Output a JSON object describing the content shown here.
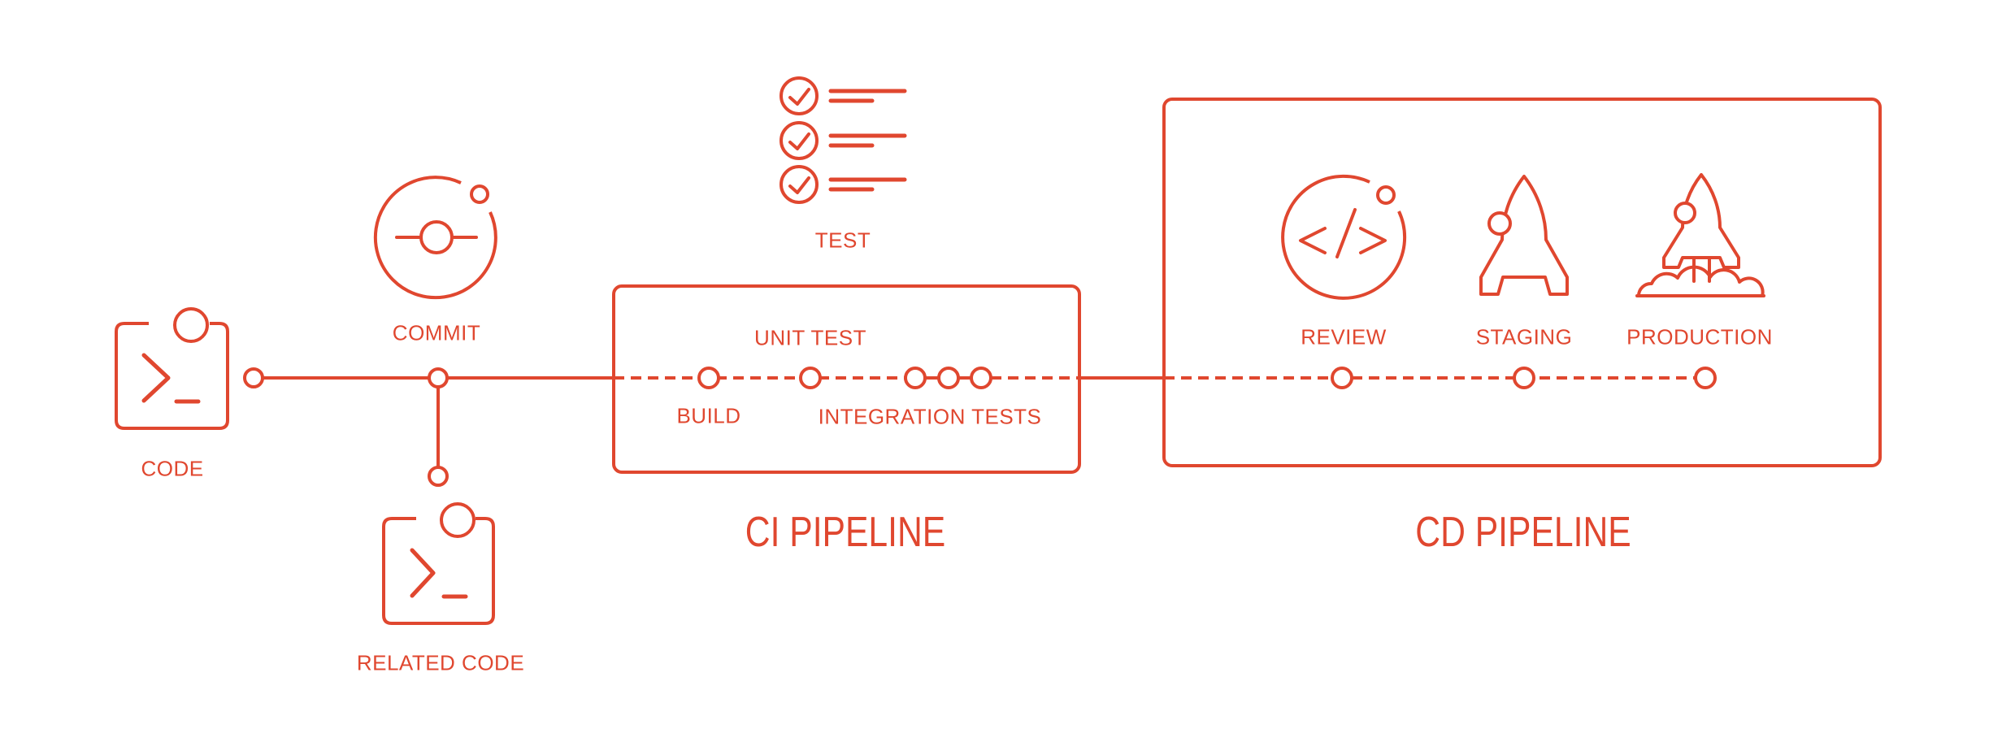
{
  "colors": {
    "accent": "#e0472f",
    "background": "#ffffff"
  },
  "flow": {
    "code_label": "CODE",
    "commit_label": "COMMIT",
    "related_code_label": "RELATED CODE",
    "test_label": "TEST"
  },
  "ci_pipeline": {
    "title": "CI PIPELINE",
    "stages": {
      "build": "BUILD",
      "unit_test": "UNIT TEST",
      "integration_tests": "INTEGRATION TESTS"
    }
  },
  "cd_pipeline": {
    "title": "CD PIPELINE",
    "stages": {
      "review": "REVIEW",
      "staging": "STAGING",
      "production": "PRODUCTION"
    }
  }
}
